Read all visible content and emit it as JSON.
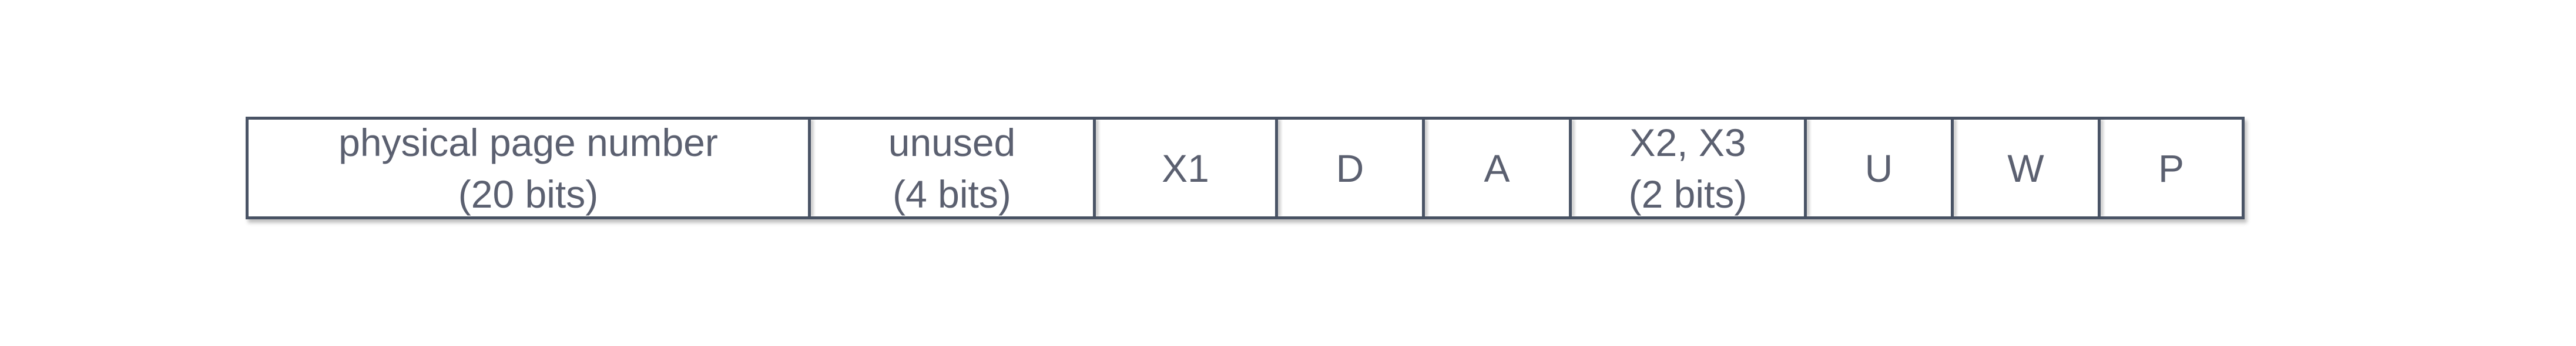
{
  "fields": [
    {
      "name": "physical page number",
      "size": "(20 bits)"
    },
    {
      "name": "unused",
      "size": "(4 bits)"
    },
    {
      "name": "X1",
      "size": ""
    },
    {
      "name": "D",
      "size": ""
    },
    {
      "name": "A",
      "size": ""
    },
    {
      "name": "X2, X3",
      "size": "(2 bits)"
    },
    {
      "name": "U",
      "size": ""
    },
    {
      "name": "W",
      "size": ""
    },
    {
      "name": "P",
      "size": ""
    }
  ]
}
